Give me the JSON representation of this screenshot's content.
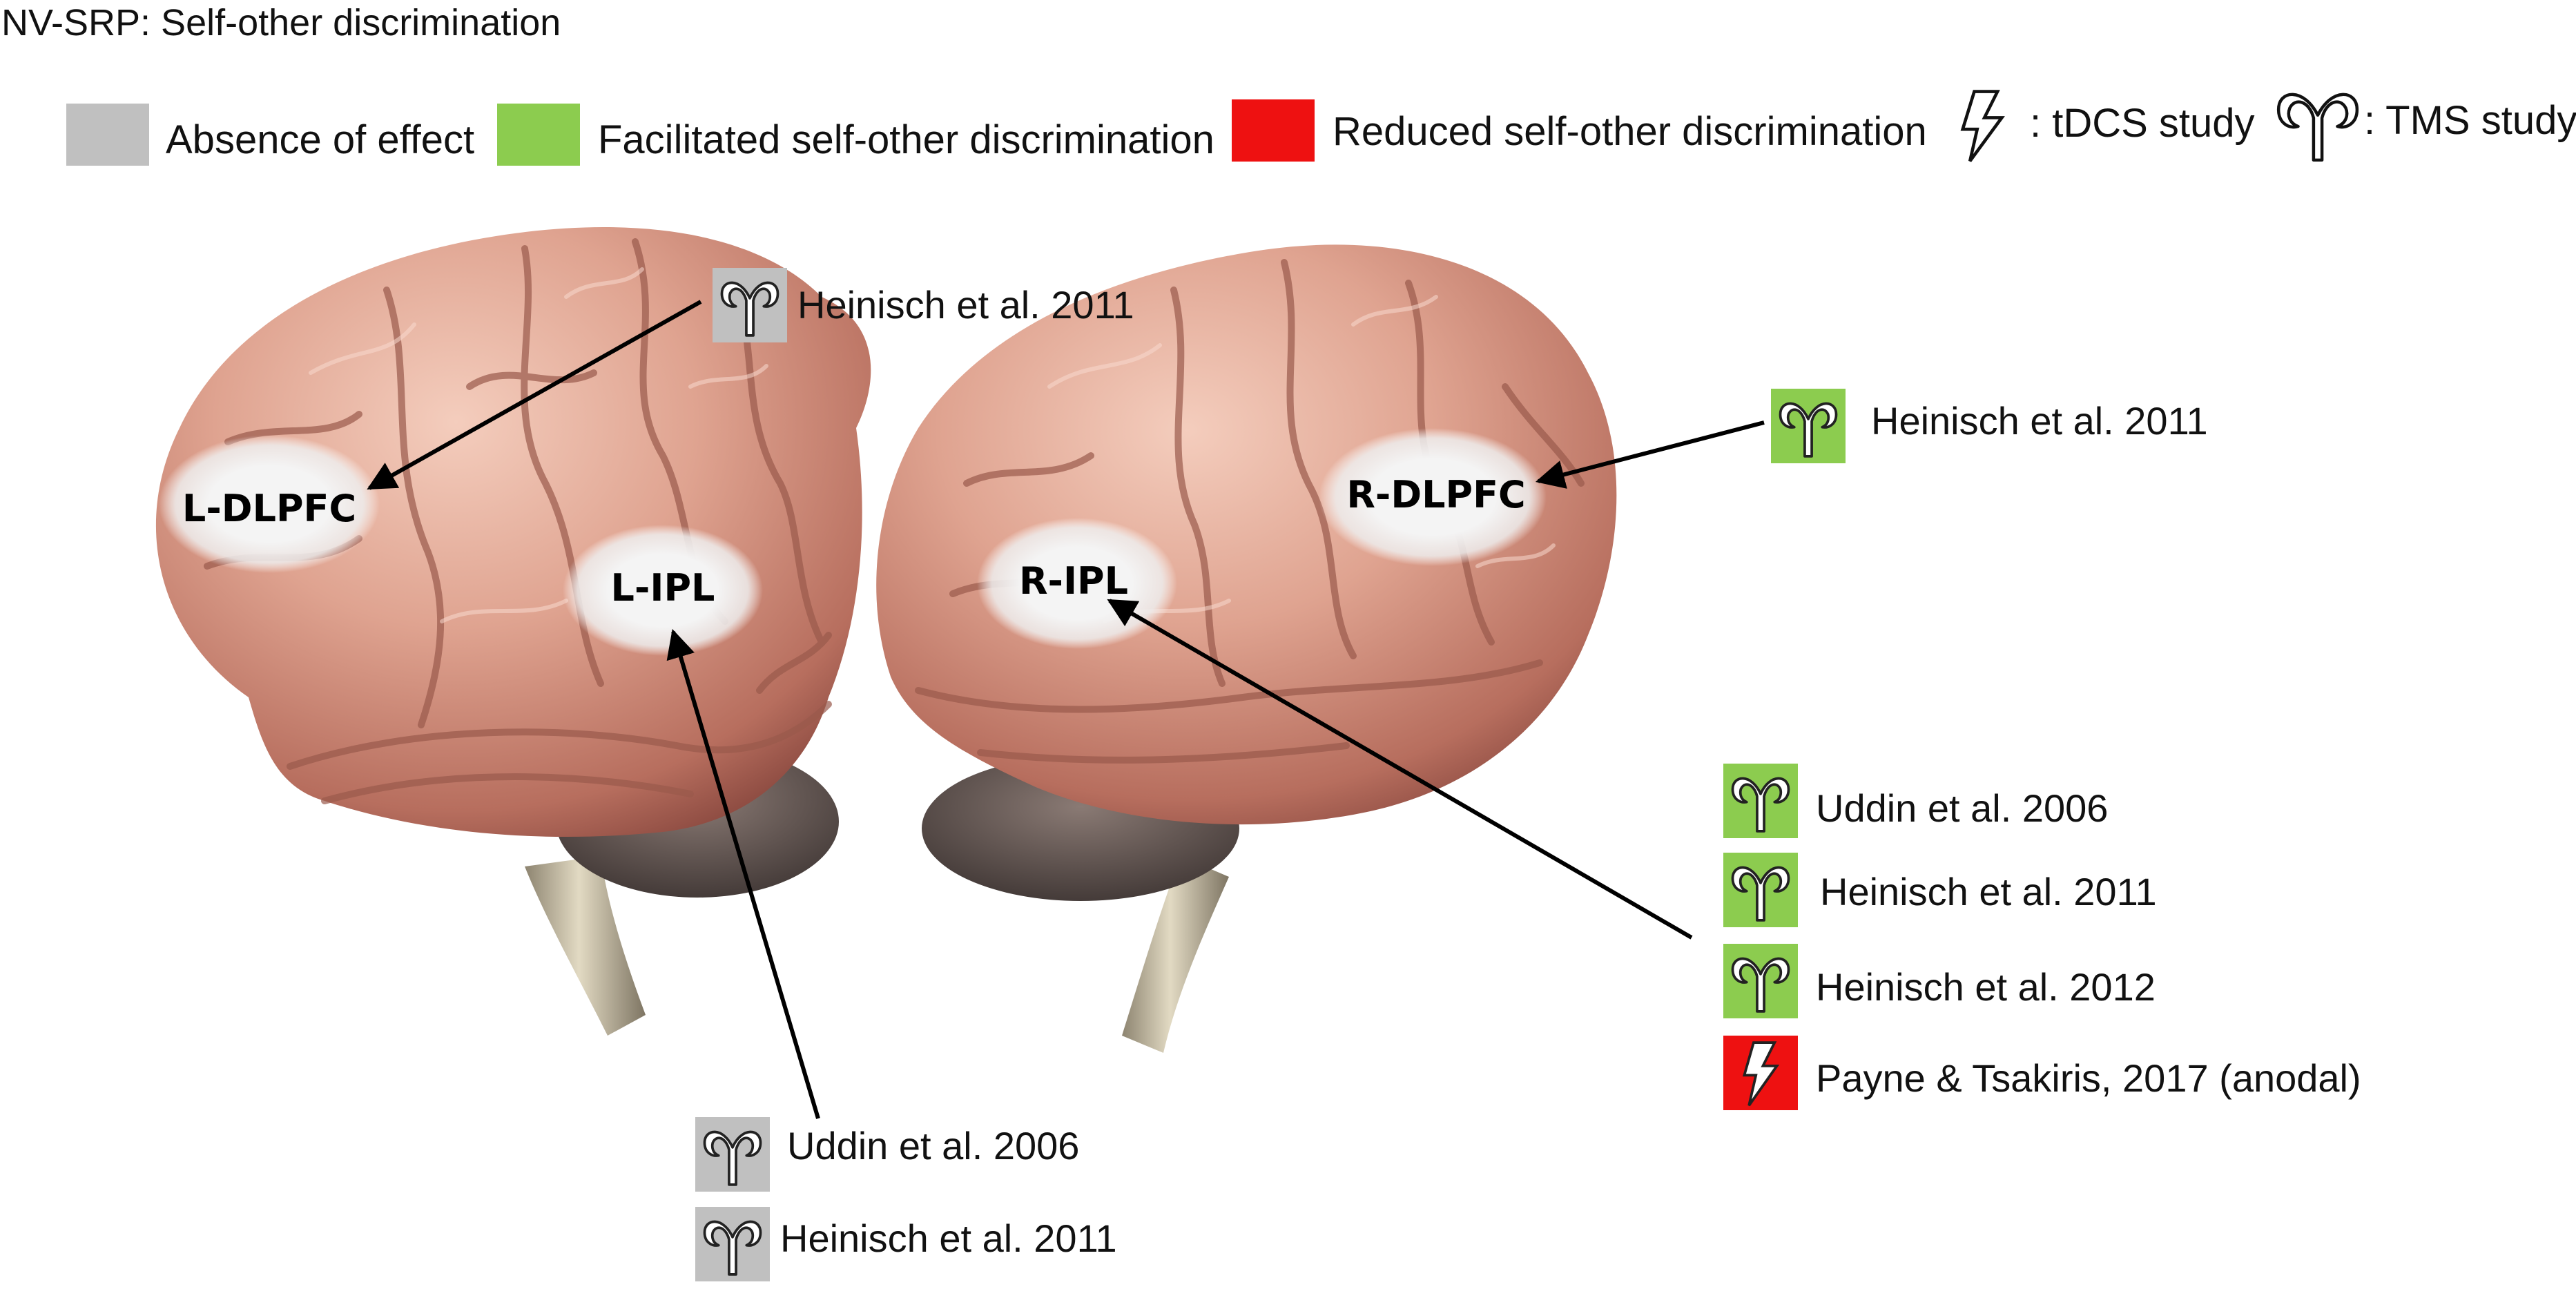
{
  "title": "NV-SRP: Self-other discrimination",
  "colors": {
    "absence": "#c0c0c0",
    "facilitated": "#8ccc4f",
    "reduced": "#ee1111"
  },
  "legend": {
    "absence_label": "Absence of effect",
    "facilitated_label": "Facilitated self-other discrimination",
    "reduced_label": "Reduced self-other discrimination",
    "tdcs_label": ": tDCS study",
    "tms_label": ": TMS study",
    "tdcs_icon": "lightning-bolt-icon",
    "tms_icon": "tms-coil-icon"
  },
  "regions": {
    "l_dlpfc": "L-DLPFC",
    "l_ipl": "L-IPL",
    "r_ipl": "R-IPL",
    "r_dlpfc": "R-DLPFC"
  },
  "studies": {
    "l_dlpfc": [
      {
        "label": "Heinisch et al. 2011",
        "effect": "absence",
        "method": "TMS"
      }
    ],
    "l_ipl": [
      {
        "label": "Uddin et al. 2006",
        "effect": "absence",
        "method": "TMS"
      },
      {
        "label": "Heinisch et al. 2011",
        "effect": "absence",
        "method": "TMS"
      }
    ],
    "r_dlpfc": [
      {
        "label": "Heinisch et al. 2011",
        "effect": "facilitated",
        "method": "TMS"
      }
    ],
    "r_ipl": [
      {
        "label": "Uddin et al. 2006",
        "effect": "facilitated",
        "method": "TMS"
      },
      {
        "label": "Heinisch et al. 2011",
        "effect": "facilitated",
        "method": "TMS"
      },
      {
        "label": "Heinisch et al. 2012",
        "effect": "facilitated",
        "method": "TMS"
      },
      {
        "label": "Payne & Tsakiris, 2017 (anodal)",
        "effect": "reduced",
        "method": "tDCS"
      }
    ]
  }
}
